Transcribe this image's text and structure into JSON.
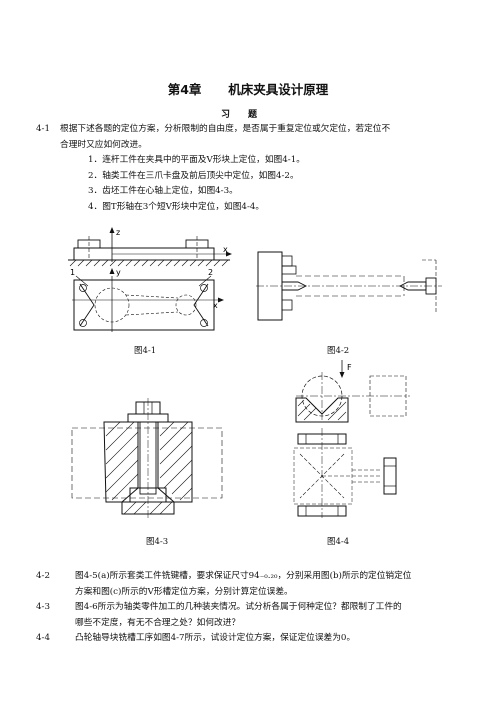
{
  "header": {
    "chapter_title": "第4章　 机床夹具设计原理",
    "section_title": "习题"
  },
  "questions": [
    {
      "number": "4-1",
      "line1": "根据下述各题的定位方案，分析限制的自由度，是否属于重复定位或欠定位，若定位不",
      "line2": "合理时又应如何改进。",
      "items": [
        "1．连杆工件在夹具中的平面及V形块上定位，如图4-1。",
        "2．轴类工件在三爪卡盘及前后顶尖中定位，如图4-2。",
        "3．齿坯工件在心轴上定位，如图4-3。",
        "4．图T形轴在3个短V形块中定位，如图4-4。"
      ]
    },
    {
      "number": "4-2",
      "line1": "图4-5(a)所示套类工件铣键槽，要求保证尺寸94₋₀.₂₀，分别采用图(b)所示的定位销定位",
      "line2": "方案和图(c)所示的V形槽定位方案，分别计算定位误差。"
    },
    {
      "number": "4-3",
      "line1": "图4-6所示为轴类零件加工的几种装夹情况。试分析各属于何种定位？都限制了工件的",
      "line2": "哪些不定度，有无不合理之处？如何改进？"
    },
    {
      "number": "4-4",
      "line1": "凸轮轴导块铣槽工序如图4-7所示，试设计定位方案，保证定位误差为0。"
    }
  ],
  "figures": {
    "fig1": {
      "caption": "图4-1",
      "labels": {
        "z": "z",
        "x_top": "x",
        "y": "y",
        "x_bottom": "x",
        "n1": "1",
        "n2": "2"
      }
    },
    "fig2": {
      "caption": "图4-2"
    },
    "fig3": {
      "caption": "图4-3"
    },
    "fig4": {
      "caption": "图4-4",
      "labels": {
        "force": "F"
      }
    }
  }
}
